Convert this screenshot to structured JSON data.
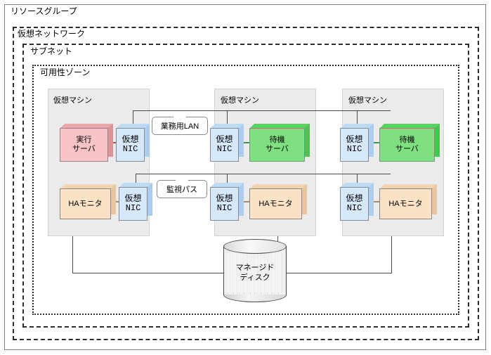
{
  "frames": [
    {
      "label": "リソースグループ"
    },
    {
      "label": "仮想ネットワーク"
    },
    {
      "label": "サブネット"
    },
    {
      "label": "可用性ゾーン"
    }
  ],
  "vms": [
    {
      "label": "仮想マシン",
      "server": {
        "label_line1": "実行",
        "label_line2": "サーバ",
        "color": "#f7c3c6",
        "role": "active"
      },
      "server_nic": {
        "label_line1": "仮想",
        "label_line2": "NIC"
      },
      "monitor": {
        "label": "HAモニタ",
        "color": "#fbe2c6"
      },
      "monitor_nic": {
        "label_line1": "仮想",
        "label_line2": "NIC"
      }
    },
    {
      "label": "仮想マシン",
      "server": {
        "label_line1": "待機",
        "label_line2": "サーバ",
        "color": "#7ee081",
        "role": "standby"
      },
      "server_nic": {
        "label_line1": "仮想",
        "label_line2": "NIC"
      },
      "monitor": {
        "label": "HAモニタ",
        "color": "#fbe2c6"
      },
      "monitor_nic": {
        "label_line1": "仮想",
        "label_line2": "NIC"
      }
    },
    {
      "label": "仮想マシン",
      "server": {
        "label_line1": "待機",
        "label_line2": "サーバ",
        "color": "#7ee081",
        "role": "standby"
      },
      "server_nic": {
        "label_line1": "仮想",
        "label_line2": "NIC"
      },
      "monitor": {
        "label": "HAモニタ",
        "color": "#fbe2c6"
      },
      "monitor_nic": {
        "label_line1": "仮想",
        "label_line2": "NIC"
      }
    }
  ],
  "callouts": {
    "business_lan": "業務用LAN",
    "monitor_path": "監視パス"
  },
  "storage": {
    "label_line1": "マネージド",
    "label_line2": "ディスク"
  },
  "colors": {
    "active_server": "#f7c3c6",
    "standby_server": "#7ee081",
    "nic": "#d6e8fb",
    "ha_monitor": "#fbe2c6",
    "vm_panel": "#ebebeb",
    "line": "#4a4a4a",
    "frame_border": "#2b2b2b"
  }
}
